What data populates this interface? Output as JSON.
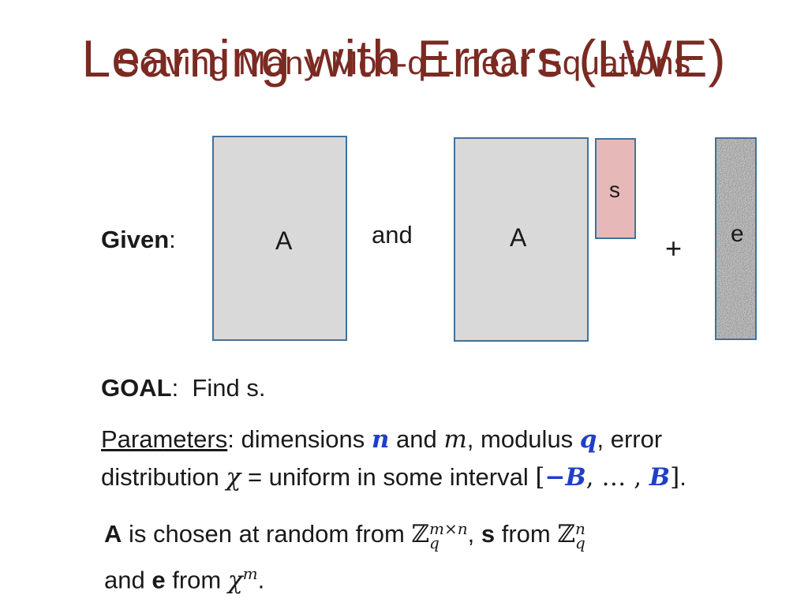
{
  "title_back": "Solving Many Mod-q Linear Equations",
  "title_front": "Learning with Errors (LWE)",
  "given_label": "Given",
  "given_colon": ":",
  "matrix_label": "A",
  "and_label": "and",
  "s_label": "s",
  "plus_label": "+",
  "e_label": "e",
  "goal": {
    "label": "GOAL",
    "colon": ":",
    "text": "Find s."
  },
  "params": {
    "label": "Parameters",
    "t1": ": dimensions ",
    "n": "n",
    "t2": " and ",
    "m": "m",
    "t3": ", modulus ",
    "q": "q",
    "t4": ", error",
    "t5": "distribution ",
    "chi": "χ",
    "t6": " = uniform in some interval ",
    "lb": "[",
    "minus": "−",
    "B1": "B",
    "dots": ", … , ",
    "B2": "B",
    "rb": "]",
    "end": "."
  },
  "choice": {
    "A": "A",
    "t1": " is chosen at random from ",
    "Z1": "ℤ",
    "Z1_sup": "m×n",
    "Z1_sub": "q",
    "comma": ", ",
    "s": "s",
    "t2": " from ",
    "Z2": "ℤ",
    "Z2_sup": "n",
    "Z2_sub": "q",
    "t3": "and ",
    "e": "e",
    "t4": " from ",
    "chi": "χ",
    "chi_sup": "m",
    "end": "."
  },
  "colors": {
    "title": "#7b2a22",
    "matrix_fill": "#d9d9d9",
    "border": "#41719c",
    "s_fill": "#e6b8b7",
    "param_blue": "#1f3fc9"
  }
}
